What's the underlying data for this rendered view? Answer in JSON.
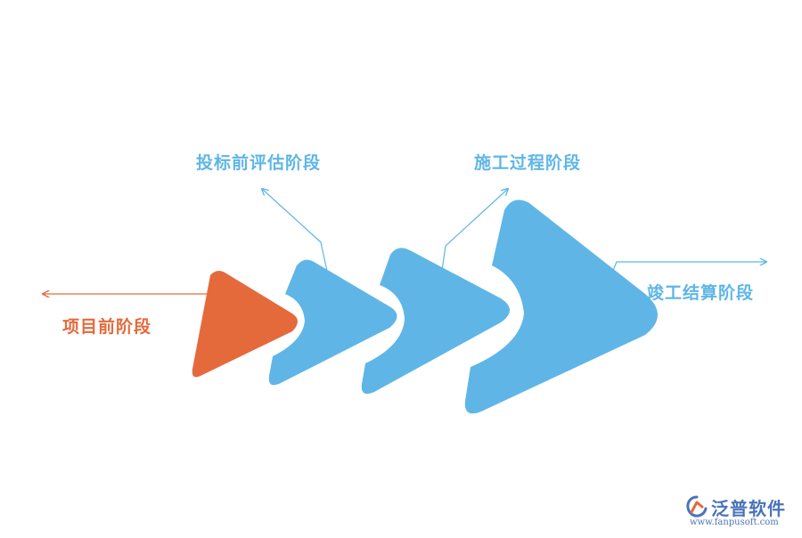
{
  "stages": [
    {
      "label": "项目前阶段",
      "color": "#e46a3c"
    },
    {
      "label": "投标前评估阶段",
      "color": "#5fb6e6"
    },
    {
      "label": "施工过程阶段",
      "color": "#5fb6e6"
    },
    {
      "label": "竣工结算阶段",
      "color": "#5fb6e6"
    }
  ],
  "connector_color": "#5fb6e6",
  "highlight_connector_color": "#e46a3c",
  "logo": {
    "name": "泛普软件",
    "url": "www.fanpusoft.com",
    "color": "#4a74b8"
  }
}
